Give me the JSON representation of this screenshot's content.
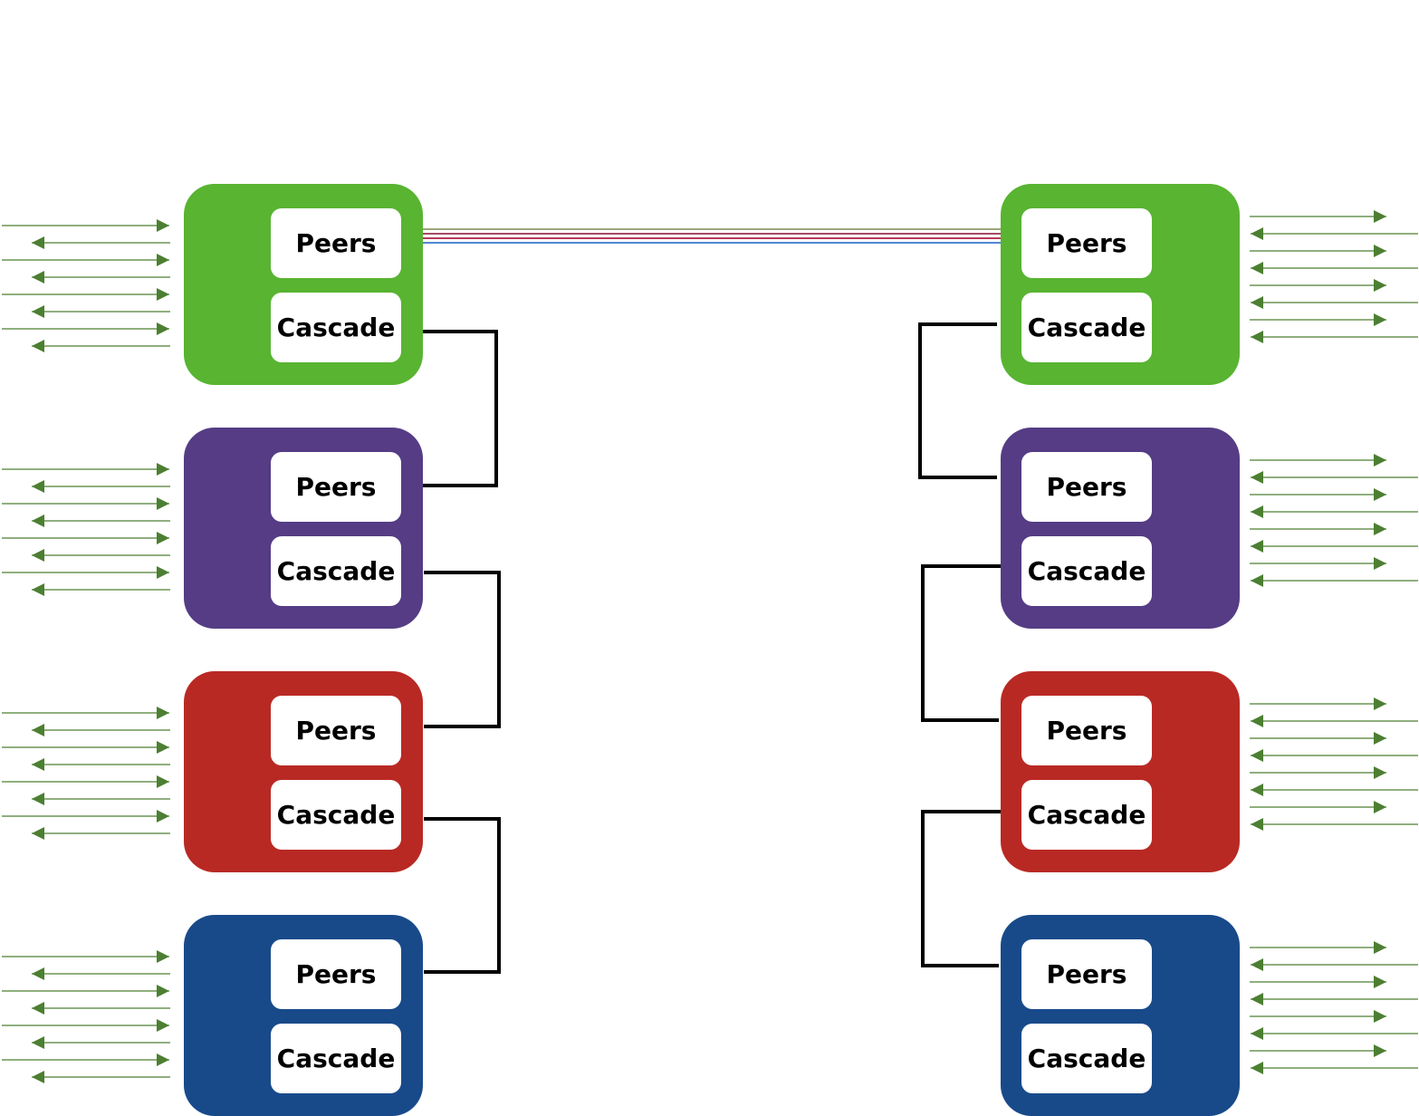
{
  "colors": {
    "green": "#58b431",
    "purple": "#553c85",
    "red": "#b92924",
    "blue": "#184a8a",
    "arrow": "#4c7f32",
    "trunk": [
      "#9aa87a",
      "#a64a64",
      "#b93a5a",
      "#4f88d1"
    ],
    "link": "#000000"
  },
  "labels": {
    "peers": "Peers",
    "cascade": "Cascade"
  },
  "stacks": [
    {
      "name": "left-stack",
      "side": "left",
      "switches": [
        {
          "name": "left-switch-green",
          "color": "green"
        },
        {
          "name": "left-switch-purple",
          "color": "purple"
        },
        {
          "name": "left-switch-red",
          "color": "red"
        },
        {
          "name": "left-switch-blue",
          "color": "blue"
        }
      ]
    },
    {
      "name": "right-stack",
      "side": "right",
      "switches": [
        {
          "name": "right-switch-green",
          "color": "green"
        },
        {
          "name": "right-switch-purple",
          "color": "purple"
        },
        {
          "name": "right-switch-red",
          "color": "red"
        },
        {
          "name": "right-switch-blue",
          "color": "blue"
        }
      ]
    }
  ]
}
